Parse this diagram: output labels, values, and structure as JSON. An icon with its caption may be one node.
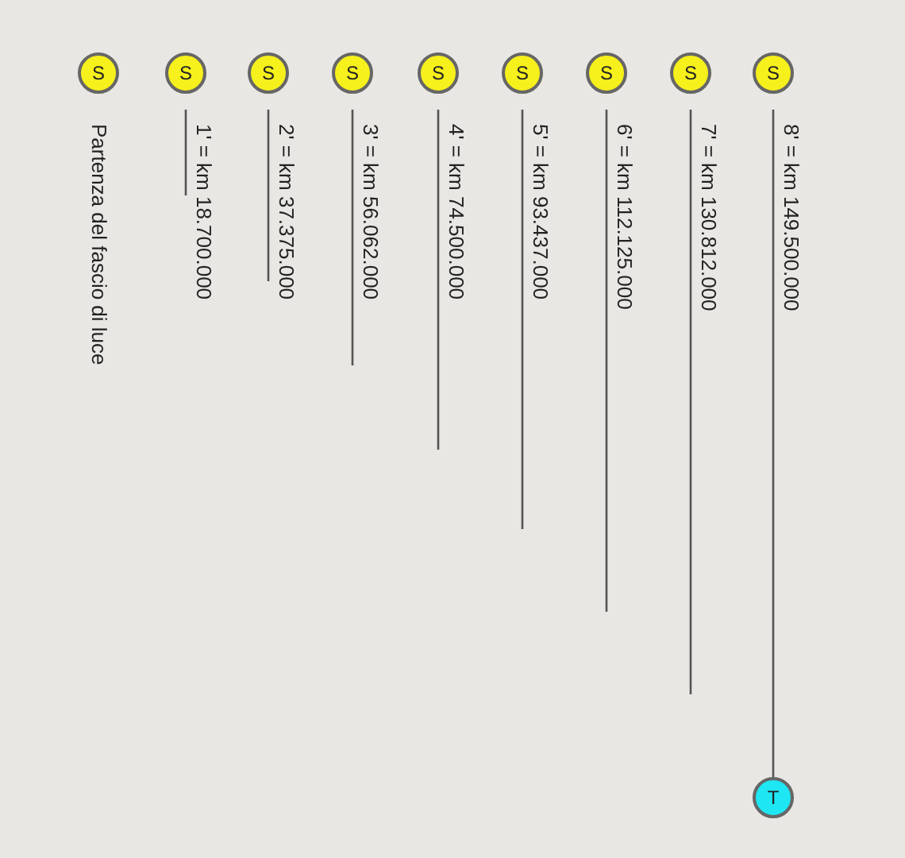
{
  "diagram": {
    "nodes": [
      {
        "text": [
          "S"
        ],
        "beside": [
          "Partenza del fascio di luce"
        ]
      },
      {
        "text": [
          "S"
        ]
      },
      {
        "text": [
          "S"
        ]
      },
      {
        "text": [
          "S"
        ]
      },
      {
        "text": [
          "S"
        ]
      },
      {
        "text": [
          "S"
        ]
      },
      {
        "text": [
          "S"
        ]
      },
      {
        "text": [
          "S"
        ]
      },
      {
        "text": [
          "S"
        ]
      },
      {
        "text": [
          "T"
        ]
      }
    ],
    "edges": [
      {
        "from": 1,
        "to": null,
        "arrow": "none",
        "label": "1' = km 18.700.000"
      },
      {
        "from": 2,
        "to": null,
        "arrow": "none",
        "label": "2' = km 37.375.000"
      },
      {
        "from": 3,
        "to": null,
        "arrow": "none",
        "label": "3' = km 56.062.000"
      },
      {
        "from": 4,
        "to": null,
        "arrow": "none",
        "label": "4' = km 74.500.000"
      },
      {
        "from": 5,
        "to": null,
        "arrow": "none",
        "label": "5' = km 93.437.000"
      },
      {
        "from": 6,
        "to": null,
        "arrow": "none",
        "label": "6' = km 112.125.000"
      },
      {
        "from": 7,
        "to": null,
        "arrow": "none",
        "label": "7' = km 130.812.000"
      },
      {
        "from": 8,
        "to": 9,
        "arrow": "none",
        "label": "8' = km 149.500.000"
      }
    ]
  }
}
